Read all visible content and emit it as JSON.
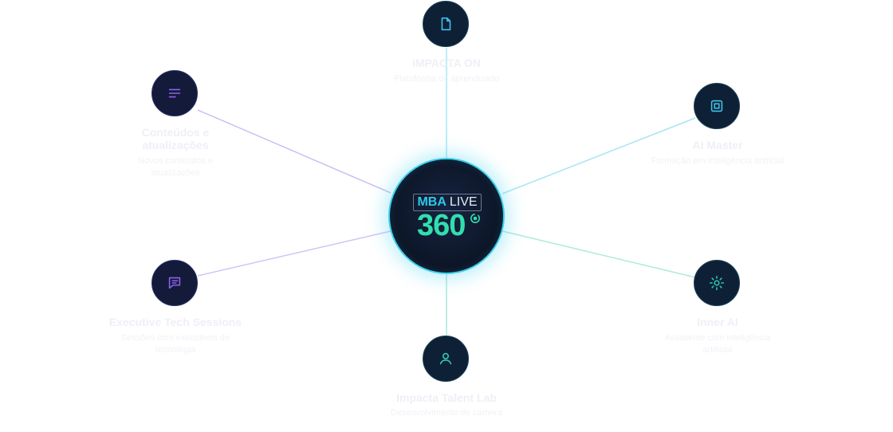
{
  "hub": {
    "brand": "MBA",
    "edition": "LIVE",
    "number": "360"
  },
  "nodes": [
    {
      "title": "IMPACTA ON",
      "desc": "Plataforma de aprendizado",
      "icon": "document-icon"
    },
    {
      "title": "Conteúdos e atualizações",
      "desc": "Novos conteúdos e atualizações",
      "icon": "text-lines-icon"
    },
    {
      "title": "AI Master",
      "desc": "Formação em inteligência artificial",
      "icon": "chip-icon"
    },
    {
      "title": "Executive Tech Sessions",
      "desc": "Sessões com executivos de tecnologia",
      "icon": "chat-icon"
    },
    {
      "title": "Inner AI",
      "desc": "Assistente com inteligência artificial",
      "icon": "sun-icon"
    },
    {
      "title": "Impacta Talent Lab",
      "desc": "Desenvolvimento de carreira",
      "icon": "user-icon"
    }
  ],
  "colors": {
    "violet": "#7b5ce6",
    "teal": "#33c9b0",
    "cyan": "#3fd0ef",
    "node_bg": "#141a3a"
  }
}
